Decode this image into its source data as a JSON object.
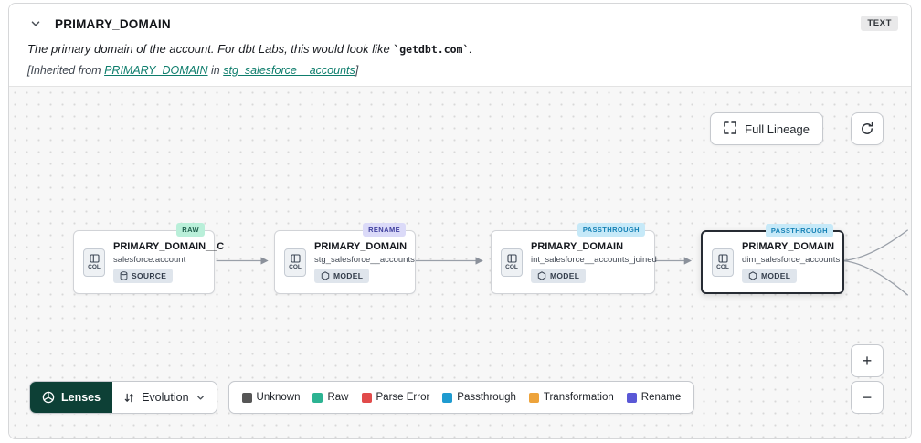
{
  "header": {
    "title": "PRIMARY_DOMAIN",
    "type_badge": "TEXT",
    "description": {
      "prefix": "The primary domain of the account. For dbt Labs, this would look like ",
      "code": "`getdbt.com`",
      "suffix": "."
    },
    "inherited": {
      "prefix": "[Inherited from ",
      "column_link": "PRIMARY_DOMAIN",
      "middle": " in ",
      "model_link": "stg_salesforce__accounts",
      "suffix": "]"
    }
  },
  "toolbar": {
    "full_lineage_label": "Full Lineage"
  },
  "graph": {
    "nodes": [
      {
        "badge": "RAW",
        "badge_bg": "#b9efd9",
        "badge_fg": "#1d5c4a",
        "title": "PRIMARY_DOMAIN__C",
        "subtitle": "salesforce.account",
        "col_label": "COL",
        "resource_label": "SOURCE"
      },
      {
        "badge": "RENAME",
        "badge_bg": "#dbdaf8",
        "badge_fg": "#3f3f9e",
        "title": "PRIMARY_DOMAIN",
        "subtitle": "stg_salesforce__accounts",
        "col_label": "COL",
        "resource_label": "MODEL"
      },
      {
        "badge": "PASSTHROUGH",
        "badge_bg": "#c6e9f8",
        "badge_fg": "#1581b5",
        "title": "PRIMARY_DOMAIN",
        "subtitle": "int_salesforce__accounts_joined",
        "col_label": "COL",
        "resource_label": "MODEL"
      },
      {
        "badge": "PASSTHROUGH",
        "badge_bg": "#c6e9f8",
        "badge_fg": "#1581b5",
        "title": "PRIMARY_DOMAIN",
        "subtitle": "dim_salesforce_accounts",
        "col_label": "COL",
        "resource_label": "MODEL"
      }
    ]
  },
  "footer": {
    "lenses_label": "Lenses",
    "lens_selected": "Evolution",
    "legend": [
      {
        "label": "Unknown",
        "color": "#565656"
      },
      {
        "label": "Raw",
        "color": "#2cb392"
      },
      {
        "label": "Parse Error",
        "color": "#e14b4b"
      },
      {
        "label": "Passthrough",
        "color": "#1f9bd0"
      },
      {
        "label": "Transformation",
        "color": "#eda33b"
      },
      {
        "label": "Rename",
        "color": "#5a58d6"
      }
    ]
  },
  "zoom": {
    "in_label": "+",
    "out_label": "−"
  },
  "colors": {
    "link": "#0e7d6c",
    "lenses_bg": "#0d4036"
  }
}
